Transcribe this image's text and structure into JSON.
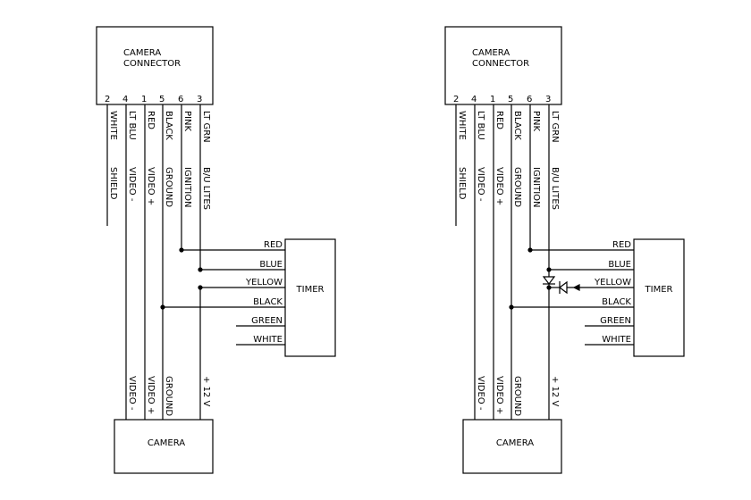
{
  "diagrams": [
    {
      "connector": {
        "title_line1": "CAMERA",
        "title_line2": "CONNECTOR",
        "pins": [
          {
            "number": "2",
            "color": "WHITE",
            "function": "SHIELD"
          },
          {
            "number": "4",
            "color": "LT BLU",
            "function": "VIDEO -"
          },
          {
            "number": "1",
            "color": "RED",
            "function": "VIDEO +"
          },
          {
            "number": "5",
            "color": "BLACK",
            "function": "GROUND"
          },
          {
            "number": "6",
            "color": "PINK",
            "function": "IGNITION"
          },
          {
            "number": "3",
            "color": "LT GRN",
            "function": "B/U LITES"
          }
        ]
      },
      "timer": {
        "label": "TIMER",
        "wires": [
          "RED",
          "BLUE",
          "YELLOW",
          "BLACK",
          "GREEN",
          "WHITE"
        ]
      },
      "camera": {
        "label": "CAMERA",
        "inputs": [
          "VIDEO -",
          "VIDEO +",
          "GROUND",
          "+ 12 V"
        ]
      }
    },
    {
      "connector": {
        "title_line1": "CAMERA",
        "title_line2": "CONNECTOR",
        "pins": [
          {
            "number": "2",
            "color": "WHITE",
            "function": "SHIELD"
          },
          {
            "number": "4",
            "color": "LT BLU",
            "function": "VIDEO -"
          },
          {
            "number": "1",
            "color": "RED",
            "function": "VIDEO +"
          },
          {
            "number": "5",
            "color": "BLACK",
            "function": "GROUND"
          },
          {
            "number": "6",
            "color": "PINK",
            "function": "IGNITION"
          },
          {
            "number": "3",
            "color": "LT GRN",
            "function": "B/U LITES"
          }
        ]
      },
      "timer": {
        "label": "TIMER",
        "wires": [
          "RED",
          "BLUE",
          "YELLOW",
          "BLACK",
          "GREEN",
          "WHITE"
        ]
      },
      "camera": {
        "label": "CAMERA",
        "inputs": [
          "VIDEO -",
          "VIDEO +",
          "GROUND",
          "+ 12 V"
        ]
      }
    }
  ]
}
